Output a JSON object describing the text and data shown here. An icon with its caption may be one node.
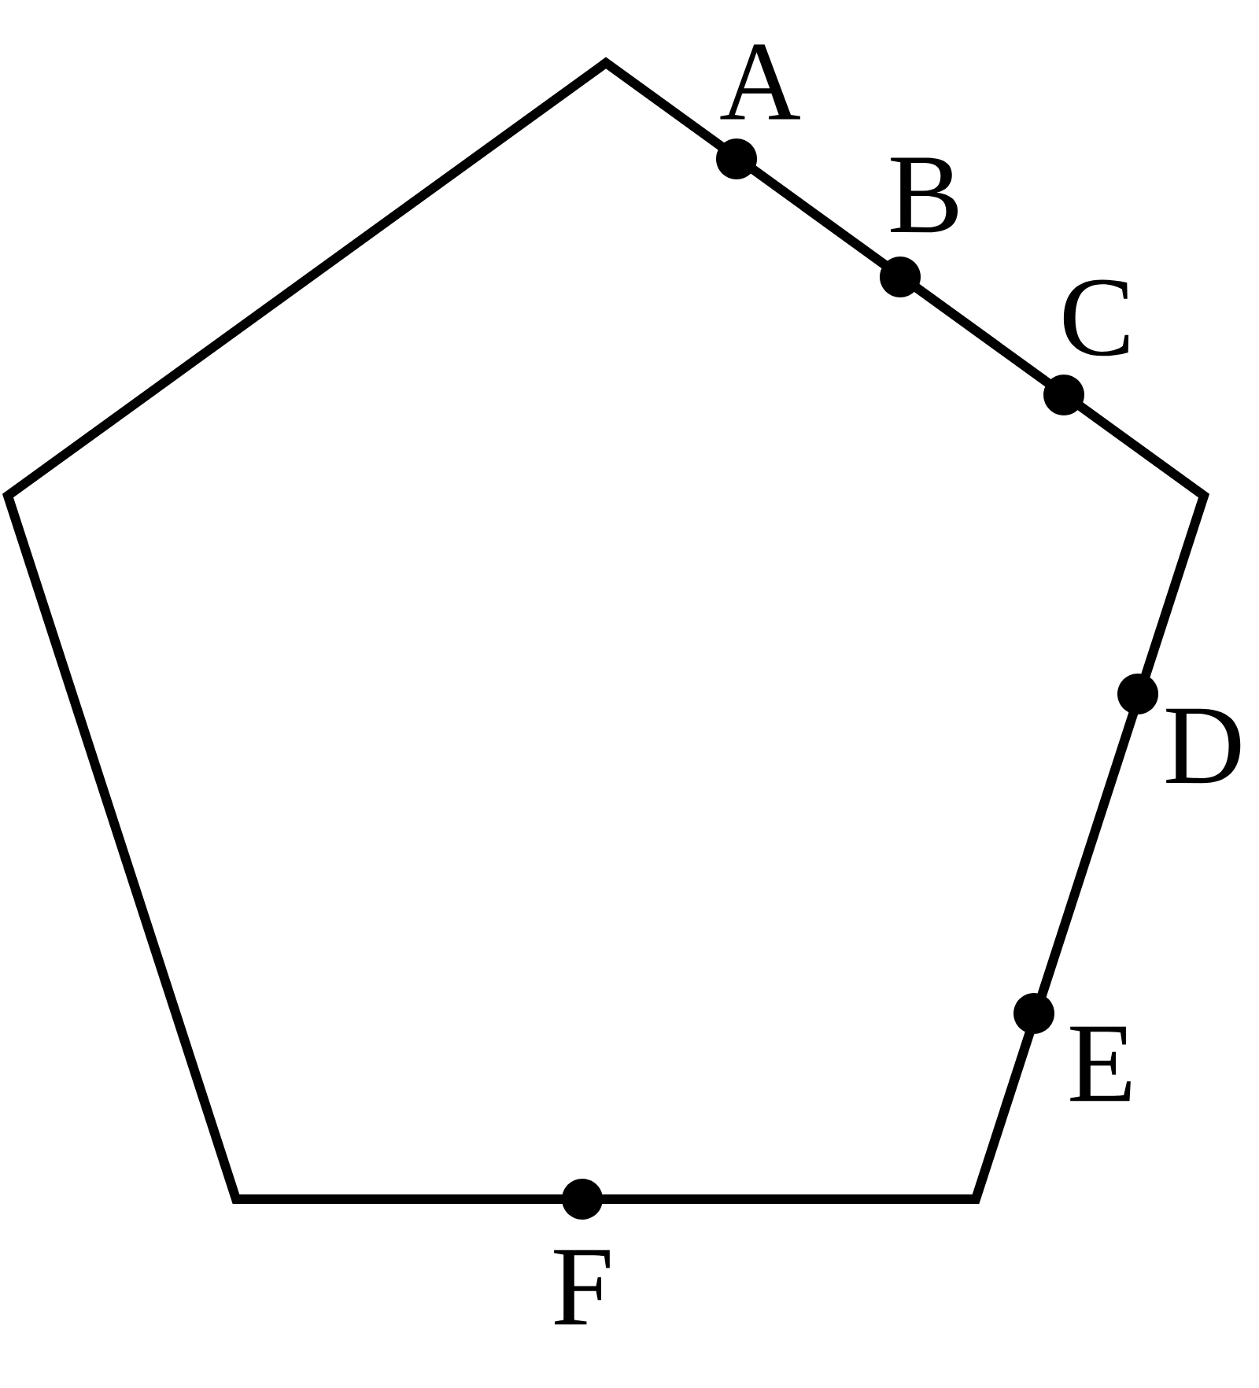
{
  "diagram": {
    "labels": [
      "A",
      "B",
      "C",
      "D",
      "E",
      "F"
    ]
  }
}
